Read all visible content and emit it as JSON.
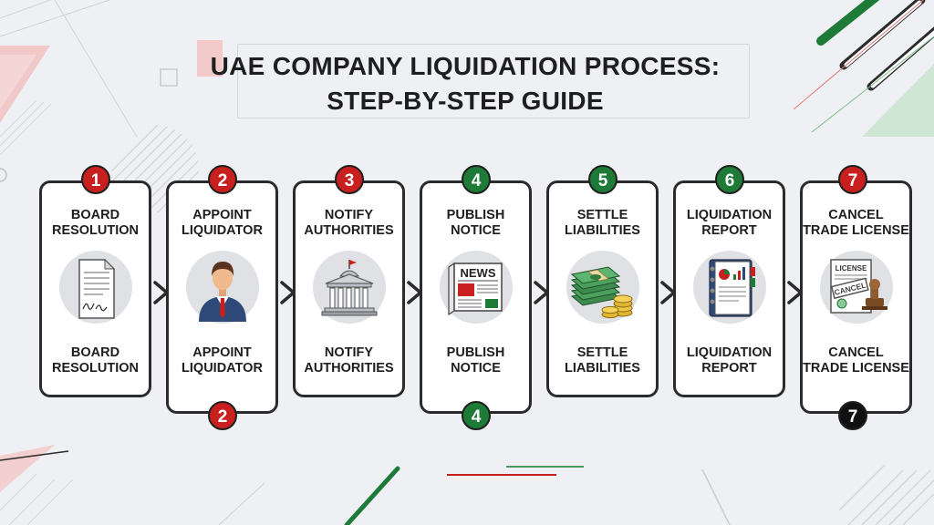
{
  "title": {
    "line1": "UAE COMPANY LIQUIDATION PROCESS:",
    "line2": "STEP-BY-STEP GUIDE"
  },
  "colors": {
    "red": "#c8201e",
    "green": "#1e7a37",
    "black": "#111111"
  },
  "steps": [
    {
      "number": "1",
      "badge_color": "red",
      "top_label": [
        "BOARD",
        "RESOLUTION"
      ],
      "bottom_label": [
        "BOARD",
        "RESOLUTION"
      ],
      "icon": "signed-document-icon"
    },
    {
      "number": "2",
      "badge_color": "red",
      "top_label": [
        "APPOINT",
        "LIQUIDATOR"
      ],
      "bottom_label": [
        "APPOINT",
        "LIQUIDATOR"
      ],
      "icon": "businessman-icon",
      "bottom_badge": "2",
      "bottom_badge_color": "red"
    },
    {
      "number": "3",
      "badge_color": "red",
      "top_label": [
        "NOTIFY",
        "AUTHORITIES"
      ],
      "bottom_label": [
        "NOTIFY",
        "AUTHORITIES"
      ],
      "icon": "government-building-icon"
    },
    {
      "number": "4",
      "badge_color": "green",
      "top_label": [
        "PUBLISH",
        "NOTICE"
      ],
      "bottom_label": [
        "PUBLISH",
        "NOTICE"
      ],
      "icon": "newspaper-icon",
      "icon_text": "NEWS",
      "bottom_badge": "4",
      "bottom_badge_color": "green"
    },
    {
      "number": "5",
      "badge_color": "green",
      "top_label": [
        "SETTLE",
        "LIABILITIES"
      ],
      "bottom_label": [
        "SETTLE",
        "LIABILITIES"
      ],
      "icon": "money-stack-icon"
    },
    {
      "number": "6",
      "badge_color": "green",
      "top_label": [
        "LIQUIDATION",
        "REPORT"
      ],
      "bottom_label": [
        "LIQUIDATION",
        "REPORT"
      ],
      "icon": "report-binder-icon"
    },
    {
      "number": "7",
      "badge_color": "red",
      "top_label": [
        "CANCEL",
        "TRADE LICENSE"
      ],
      "bottom_label": [
        "CANCEL",
        "TRADE LICENSE"
      ],
      "icon": "cancelled-license-icon",
      "icon_text": [
        "LICENSE",
        "CANCEL"
      ],
      "bottom_badge": "7",
      "bottom_badge_color": "black"
    }
  ]
}
